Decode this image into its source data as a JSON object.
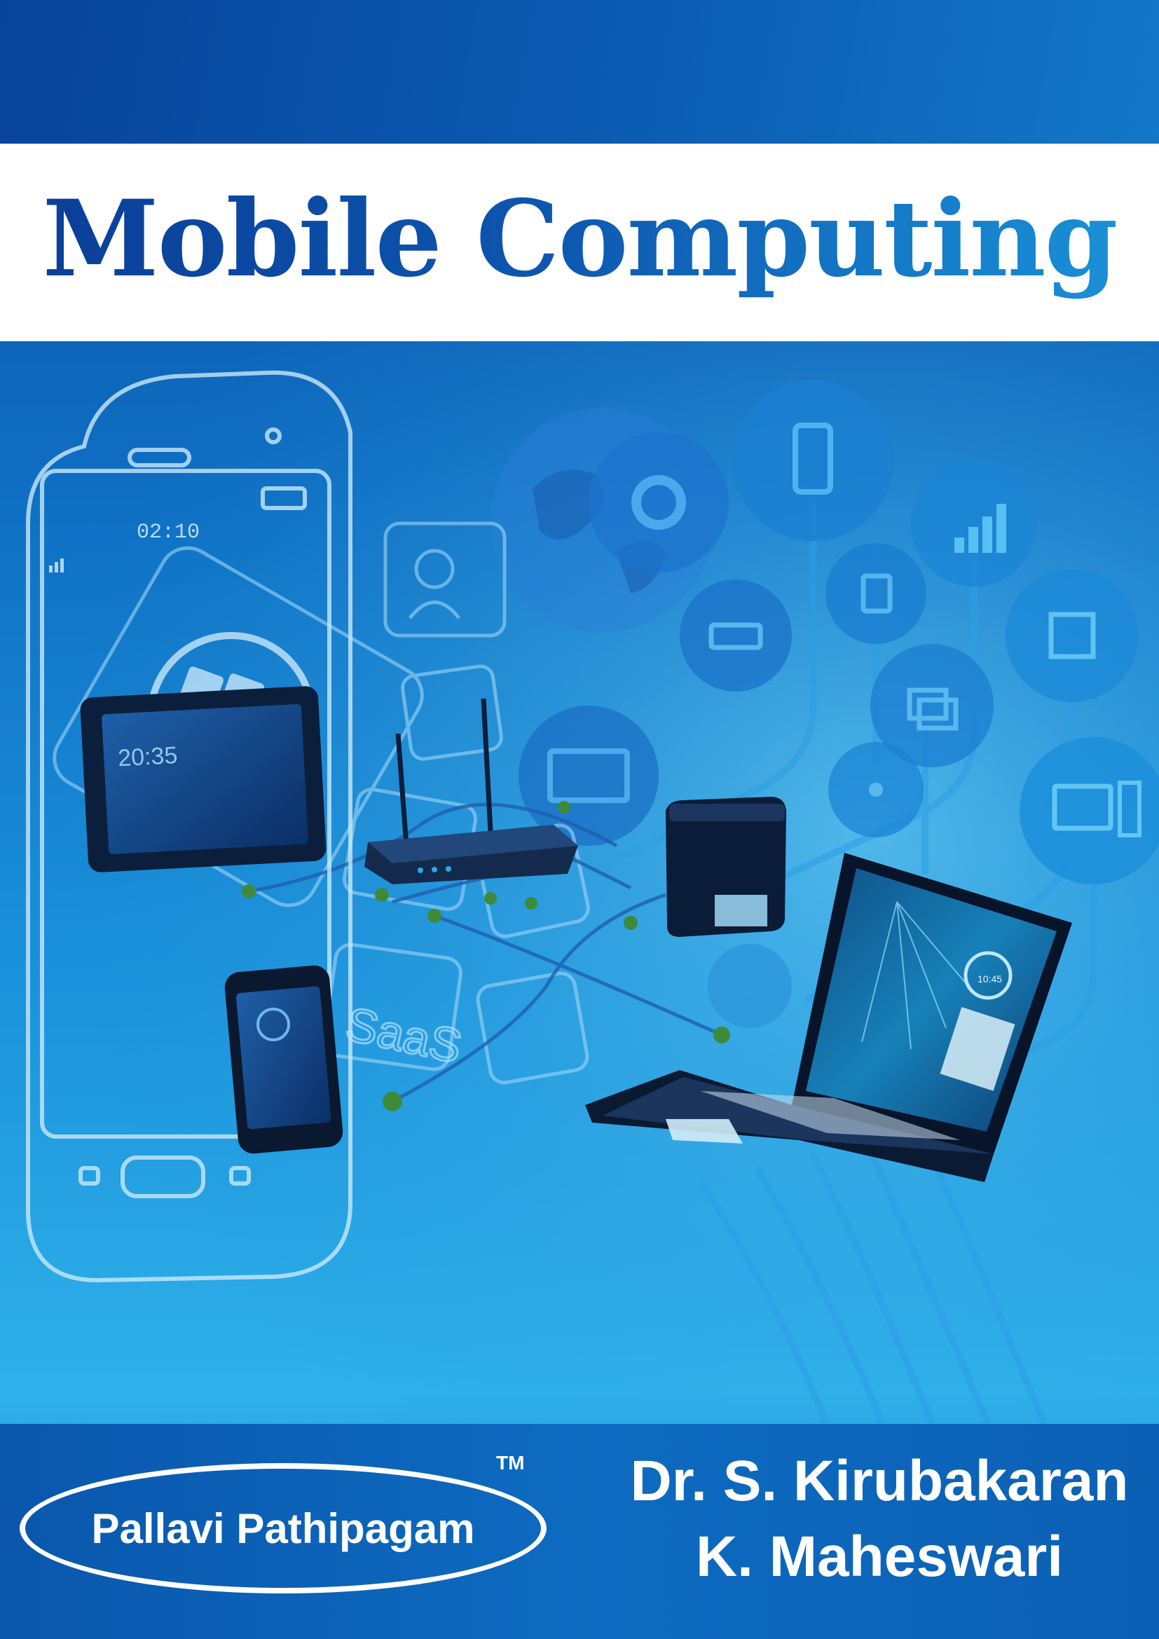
{
  "title": "Mobile Computing",
  "publisher": {
    "name": "Pallavi Pathipagam",
    "trademark": "TM"
  },
  "authors": [
    "Dr. S. Kirubakaran",
    "K. Maheswari"
  ],
  "illustration": {
    "phone_time": "02:10",
    "tablet_time": "20:35",
    "laptop_time": "10:45",
    "tile_label": "SaaS"
  },
  "colors": {
    "title_dark": "#0b3f98",
    "title_light": "#1a8fd6",
    "band_blue": "#0b5cb3",
    "white": "#ffffff"
  }
}
